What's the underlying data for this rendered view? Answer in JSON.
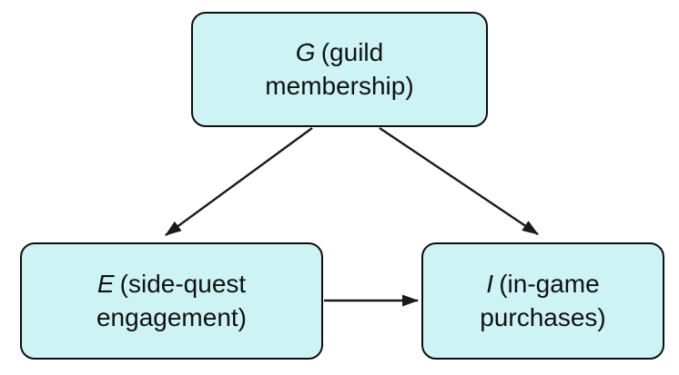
{
  "diagram": {
    "type": "causal-dag",
    "colors": {
      "background": "#ffffff",
      "node_fill": "#cdf3f5",
      "node_border": "#0d0d0d",
      "text": "#111111",
      "arrow": "#1a1a1a"
    },
    "nodes": [
      {
        "id": "G",
        "variable": "G",
        "description": "(guild membership)"
      },
      {
        "id": "E",
        "variable": "E",
        "description": "(side-quest engagement)"
      },
      {
        "id": "I",
        "variable": "I",
        "description": "(in-game purchases)"
      }
    ],
    "edges": [
      {
        "from": "G",
        "to": "E"
      },
      {
        "from": "G",
        "to": "I"
      },
      {
        "from": "E",
        "to": "I"
      }
    ]
  }
}
